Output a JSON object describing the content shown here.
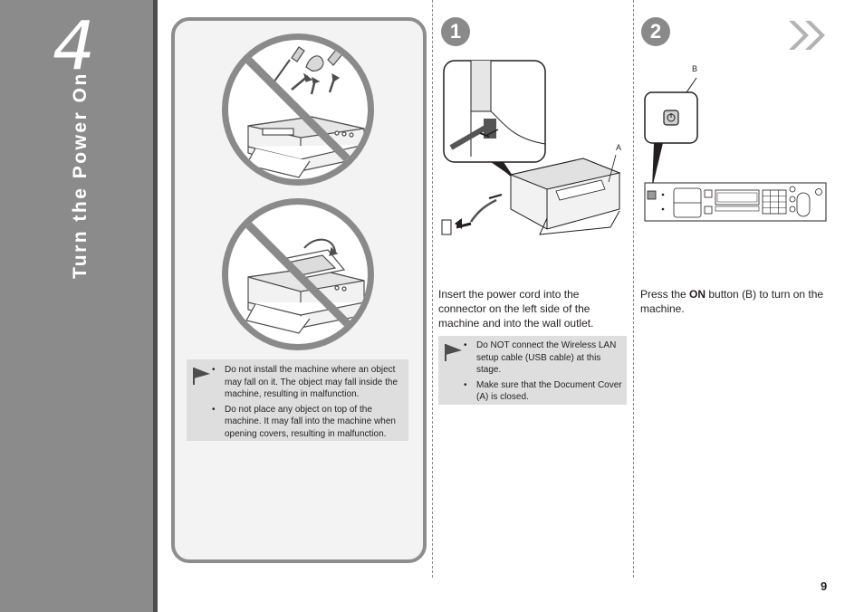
{
  "sidebar": {
    "step_number": "4",
    "section_title": "Turn the Power On"
  },
  "warning_panel": {
    "notes": [
      "Do not install the machine where an object may fall on it. The object may fall inside the machine, resulting in malfunction.",
      "Do not place any object on top of the machine. It may fall into the machine when opening covers, resulting in malfunction."
    ]
  },
  "step1": {
    "number": "1",
    "label_a": "A",
    "instruction": "Insert the power cord into the connector on the left side of the machine and into the wall outlet.",
    "notes": [
      "Do NOT connect the Wireless LAN setup cable (USB cable) at this stage.",
      "Make sure that the Document Cover (A) is closed."
    ]
  },
  "step2": {
    "number": "2",
    "label_b": "B",
    "instruction_before": "Press the ",
    "instruction_bold": "ON",
    "instruction_after": " button (B) to turn on the machine."
  },
  "next_icon": "double-chevron-right-icon",
  "bullet_char": "•",
  "page_number": "9"
}
